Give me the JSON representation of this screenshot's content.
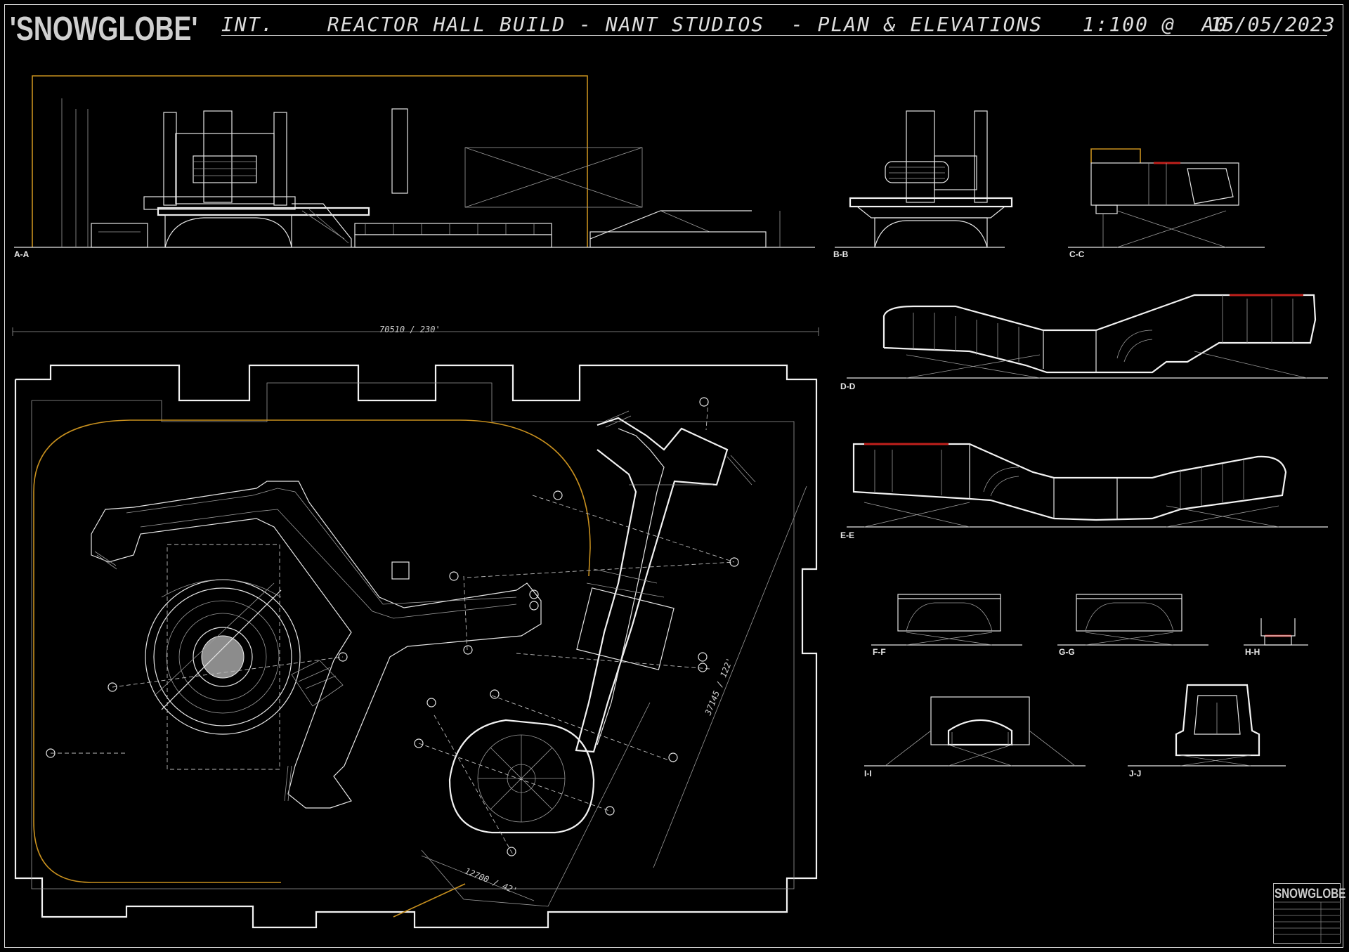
{
  "header": {
    "brand": "'SNOWGLOBE'",
    "title": "INT.    REACTOR HALL BUILD - NANT STUDIOS  - PLAN & ELEVATIONS   1:100 @  A0",
    "date": "15/05/2023"
  },
  "sections": {
    "aa": "A-A",
    "bb": "B-B",
    "cc": "C-C",
    "dd": "D-D",
    "ee": "E-E",
    "ff": "F-F",
    "gg": "G-G",
    "hh": "H-H",
    "ii": "I-I",
    "jj": "J-J"
  },
  "dimensions": {
    "width": "70510 / 230'",
    "diagonal": "37145 / 122'",
    "base": "12700 / 42'"
  },
  "title_block": {
    "brand": "SNOWGLOBE"
  },
  "colors": {
    "line": "#e6e6e6",
    "accent": "#c8901e",
    "red": "#c0201c",
    "background": "#000000"
  }
}
